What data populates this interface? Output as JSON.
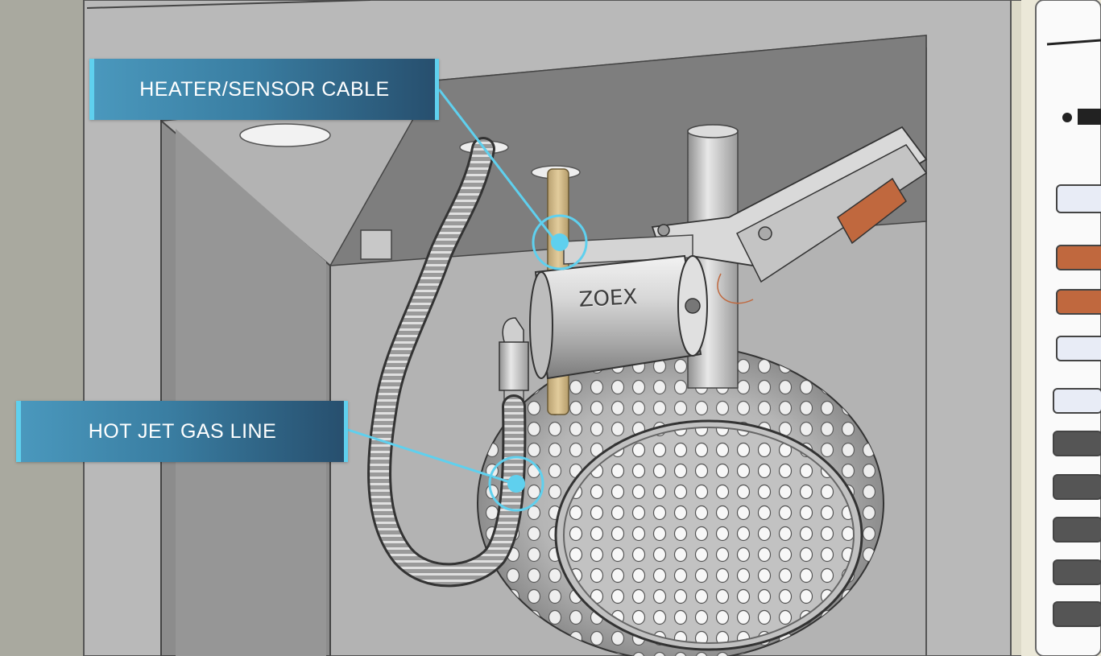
{
  "callouts": {
    "heater_sensor_cable": "HEATER/SENSOR CABLE",
    "hot_jet_gas_line": "HOT JET GAS LINE"
  },
  "brand_label": "ZOEX",
  "colors": {
    "callout_accent": "#5fd0ee",
    "callout_fill": "#3a7ea2",
    "panel_orange": "#c0683e",
    "panel_dark": "#555555",
    "panel_light": "#e8ecf6"
  },
  "control_panel": {
    "button_colors": [
      "light",
      "orange",
      "orange",
      "light",
      "light",
      "dark",
      "dark",
      "dark",
      "dark",
      "dark"
    ]
  }
}
